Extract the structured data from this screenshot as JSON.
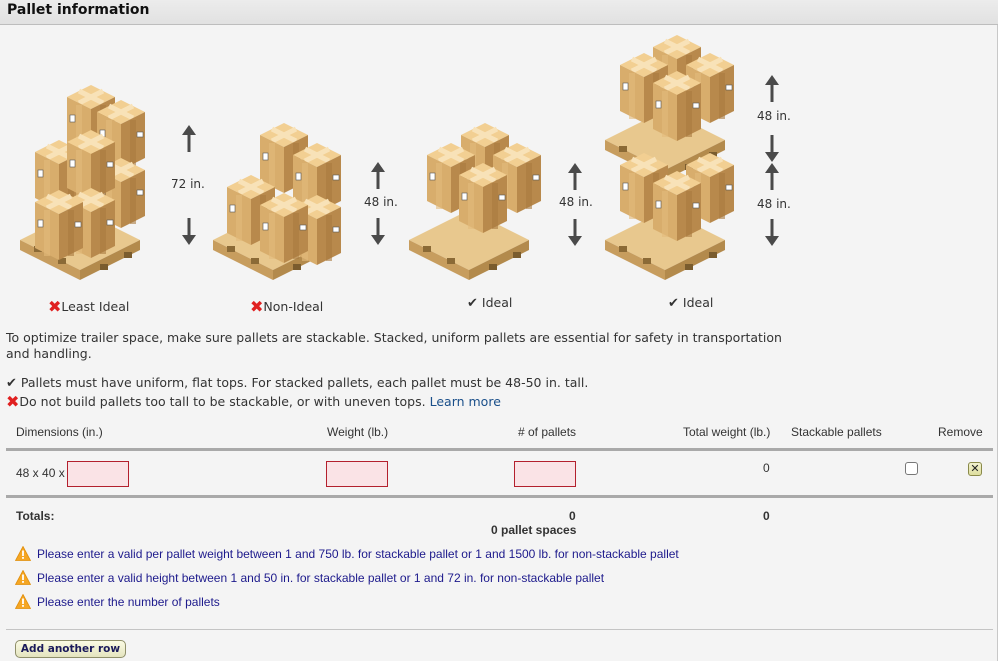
{
  "panel": {
    "title": "Pallet information"
  },
  "figures": [
    {
      "caption": "Least Ideal",
      "status": "bad",
      "heights": [
        "72 in."
      ]
    },
    {
      "caption": "Non-Ideal",
      "status": "bad",
      "heights": [
        "48 in."
      ]
    },
    {
      "caption": "Ideal",
      "status": "good",
      "heights": [
        "48 in."
      ]
    },
    {
      "caption": "Ideal",
      "status": "good",
      "heights": [
        "48 in.",
        "48 in."
      ]
    }
  ],
  "icons": {
    "bad": "✖",
    "good": "✔",
    "warning": "warning-triangle-icon",
    "remove": "✕"
  },
  "intro": "To optimize trailer space, make sure pallets are stackable. Stacked, uniform pallets are essential for safety in transportation and handling.",
  "rules": {
    "do": "Pallets must have uniform, flat tops. For stacked pallets, each pallet must be 48-50 in. tall.",
    "dont": "Do not build pallets too tall to be stackable, or with uneven tops.",
    "learn_more": "Learn more"
  },
  "table": {
    "headers": {
      "dimensions": "Dimensions (in.)",
      "weight": "Weight (lb.)",
      "pallets": "# of pallets",
      "total_weight": "Total weight (lb.)",
      "stackable": "Stackable pallets",
      "remove": "Remove"
    },
    "rows": [
      {
        "dimensions_prefix": "48 x 40 x",
        "height": "",
        "weight": "",
        "pallets": "",
        "total_weight": "0",
        "stackable": false
      }
    ],
    "totals": {
      "label": "Totals:",
      "pallets": "0",
      "pallet_spaces": "0 pallet spaces",
      "total_weight": "0"
    }
  },
  "warnings": [
    "Please enter a valid per pallet weight between 1 and 750 lb. for stackable pallet or 1 and 1500 lb. for non-stackable pallet",
    "Please enter a valid height between 1 and 50 in. for stackable pallet or 1 and 72 in. for non-stackable pallet",
    "Please enter the number of pallets"
  ],
  "actions": {
    "add_row": "Add another row"
  },
  "colors": {
    "error_border": "#b3202d",
    "error_fill": "#fae3e6",
    "warning_text": "#1d1a8c",
    "link": "#1a4f8a",
    "bad_mark": "#e02020"
  }
}
